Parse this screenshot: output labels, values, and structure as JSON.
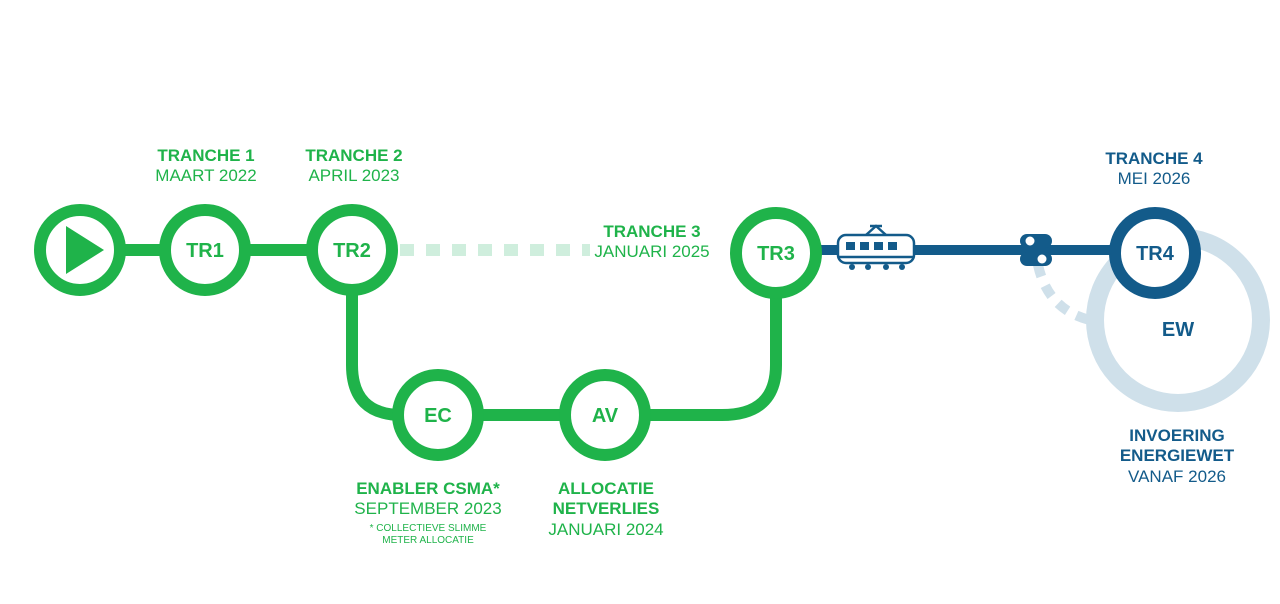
{
  "colors": {
    "green": "#1fb34a",
    "green_light": "#cfeedd",
    "blue": "#135b8a",
    "blue_light": "#cfe0ea"
  },
  "nodes": {
    "tr1": "TR1",
    "tr2": "TR2",
    "tr3": "TR3",
    "tr4": "TR4",
    "ec": "EC",
    "av": "AV",
    "ew": "EW"
  },
  "labels": {
    "tranche1": {
      "title": "TRANCHE 1",
      "date": "MAART 2022"
    },
    "tranche2": {
      "title": "TRANCHE 2",
      "date": "APRIL 2023"
    },
    "tranche3": {
      "title": "TRANCHE 3",
      "date": "JANUARI 2025"
    },
    "tranche4": {
      "title": "TRANCHE 4",
      "date": "MEI 2026"
    },
    "enabler": {
      "title": "ENABLER CSMA*",
      "date": "SEPTEMBER 2023",
      "note_line1": "* COLLECTIEVE SLIMME",
      "note_line2": "METER ALLOCATIE"
    },
    "allocatie": {
      "title_line1": "ALLOCATIE",
      "title_line2": "NETVERLIES",
      "date": "JANUARI 2024"
    },
    "energiewet": {
      "title_line1": "INVOERING",
      "title_line2": "ENERGIEWET",
      "date": "VANAF 2026"
    }
  },
  "icons": [
    "play-icon",
    "train-icon",
    "switch-icon"
  ]
}
